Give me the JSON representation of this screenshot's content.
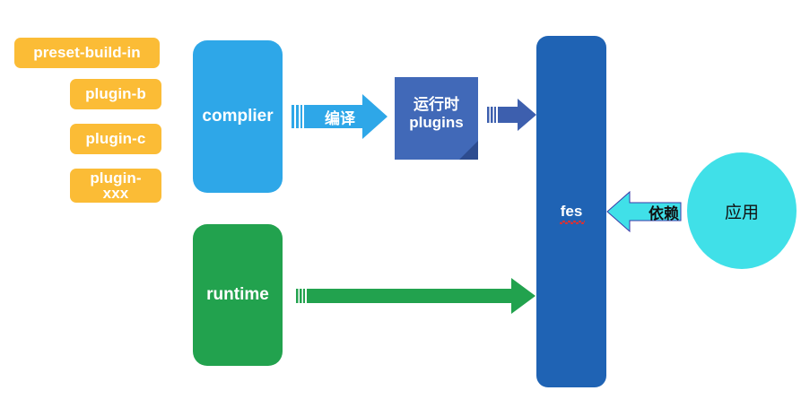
{
  "diagram": {
    "title": "fes architecture diagram",
    "colors": {
      "orange": "#fbbc36",
      "light_blue": "#2ea7e8",
      "slate_blue": "#4169b8",
      "slate_blue_arrow": "#3d5fae",
      "dark_blue": "#1f63b4",
      "green": "#22a24e",
      "cyan": "#40e0e8",
      "spellcheck_red": "#e03030",
      "background": "#ffffff"
    },
    "plugins": [
      {
        "label": "preset-build-in"
      },
      {
        "label": "plugin-b"
      },
      {
        "label": "plugin-c"
      },
      {
        "label": "plugin-\nxxx"
      }
    ],
    "plugin_labels": {
      "preset": "preset-build-in",
      "plugin_b": "plugin-b",
      "plugin_c": "plugin-c",
      "plugin_xxx_line1": "plugin-",
      "plugin_xxx_line2": "xxx"
    },
    "nodes": {
      "complier": "complier",
      "runtime": "runtime",
      "fes": "fes",
      "runtime_plugins_line1": "运行时",
      "runtime_plugins_line2": "plugins",
      "application": "应用"
    },
    "arrows": {
      "compile": "编译",
      "plugins_to_fes": "",
      "runtime_to_fes": "",
      "depend": "依赖"
    }
  }
}
